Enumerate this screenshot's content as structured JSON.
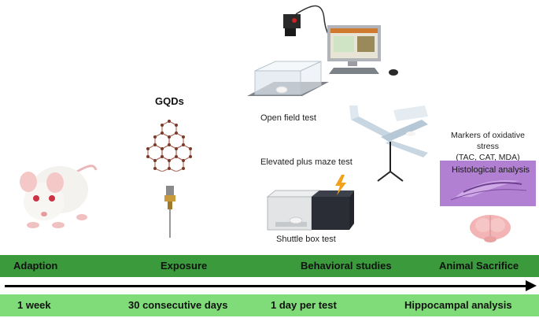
{
  "labels": {
    "gqds": "GQDs",
    "open_field": "Open field test",
    "elevated_plus": "Elevated plus maze  test",
    "shuttle_box": "Shuttle box test",
    "oxidative_line1": "Markers of oxidative stress",
    "oxidative_line2": "(TAC, CAT, MDA)",
    "histological": "Histological analysis"
  },
  "phases": [
    "Adaption",
    "Exposure",
    "Behavioral studies",
    "Animal Sacrifice"
  ],
  "durations": [
    "1 week",
    "30 consecutive days",
    "1 day per test",
    "Hippocampal analysis"
  ],
  "colors": {
    "phase_bar": "#3a9a3c",
    "time_bar": "#7fdc78",
    "histology_stain": "#b887d8",
    "brain": "#f2b4b4"
  },
  "icons": [
    "mouse-icon",
    "graphene-quantum-dot-icon",
    "syringe-icon",
    "camera-icon",
    "computer-icon",
    "open-field-box-icon",
    "plus-maze-icon",
    "shuttle-box-icon",
    "lightning-icon",
    "histology-slide-icon",
    "brain-icon",
    "timeline-arrow-icon"
  ]
}
